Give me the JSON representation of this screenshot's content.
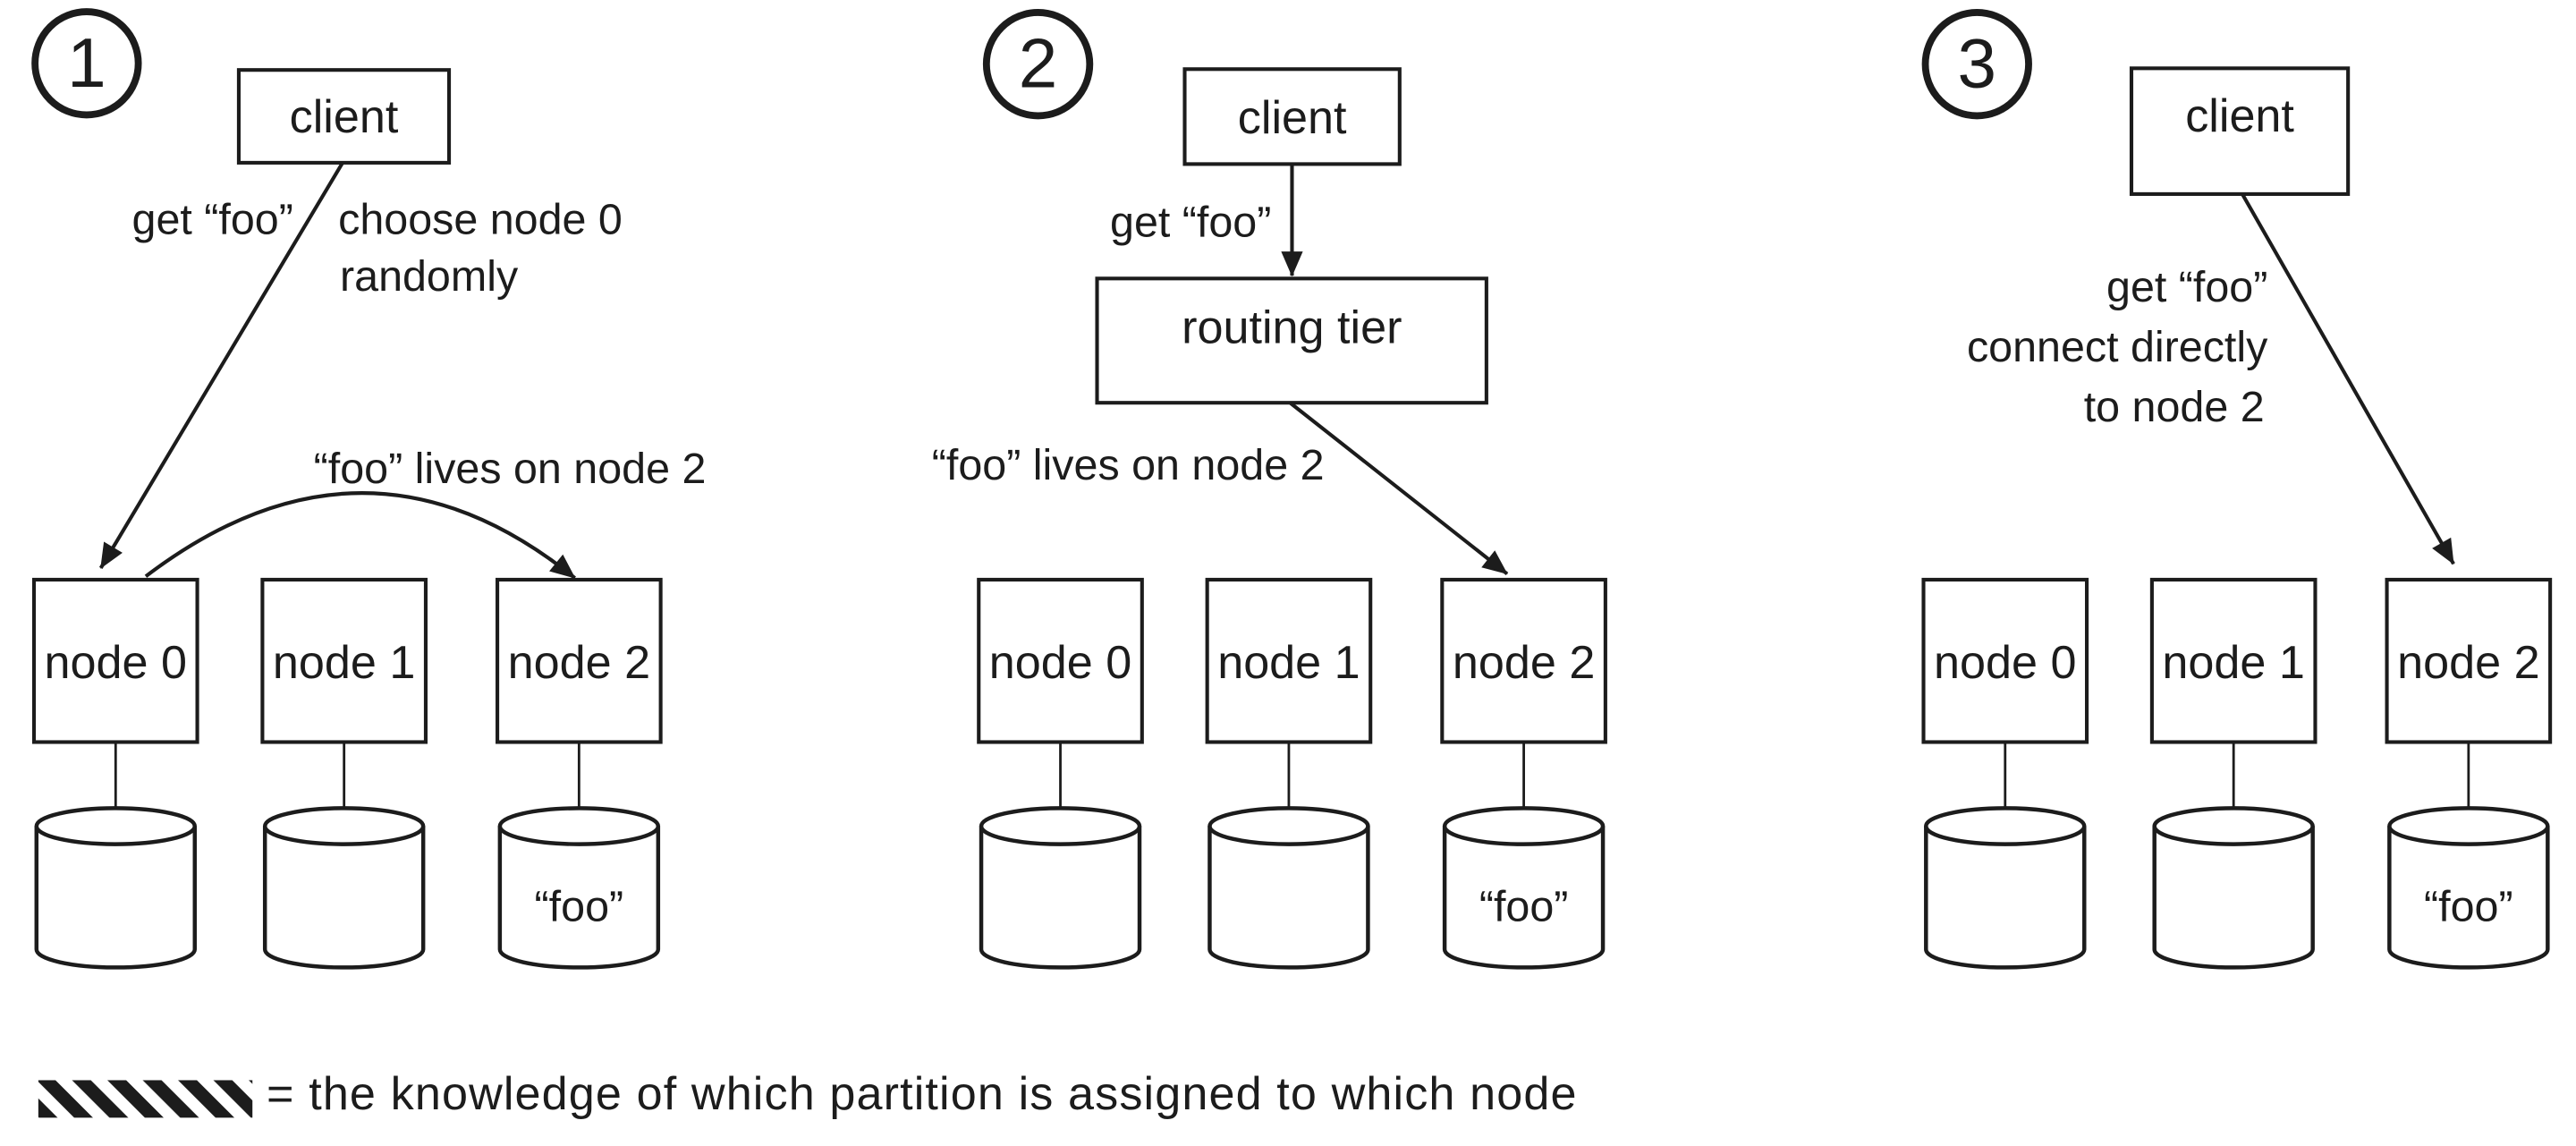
{
  "colors": {
    "ink": "#1c1c1c",
    "background": "#ffffff"
  },
  "panels": [
    {
      "number": "1",
      "client": "client",
      "request_label": "get “foo”",
      "annotation": [
        "choose node 0",
        "randomly"
      ],
      "forward_label": "“foo” lives on node 2",
      "nodes": [
        "node 0",
        "node 1",
        "node 2"
      ],
      "store_labels": [
        "",
        "",
        "“foo”"
      ]
    },
    {
      "number": "2",
      "client": "client",
      "routing_tier": "routing tier",
      "request_label": "get “foo”",
      "forward_label": "“foo” lives on node 2",
      "nodes": [
        "node 0",
        "node 1",
        "node 2"
      ],
      "store_labels": [
        "",
        "",
        "“foo”"
      ]
    },
    {
      "number": "3",
      "client": "client",
      "request_label": "get “foo”",
      "annotation": [
        "connect directly",
        "to node 2"
      ],
      "nodes": [
        "node 0",
        "node 1",
        "node 2"
      ],
      "store_labels": [
        "",
        "",
        "“foo”"
      ]
    }
  ],
  "legend": {
    "text": "= the knowledge of which partition is assigned to which node"
  }
}
